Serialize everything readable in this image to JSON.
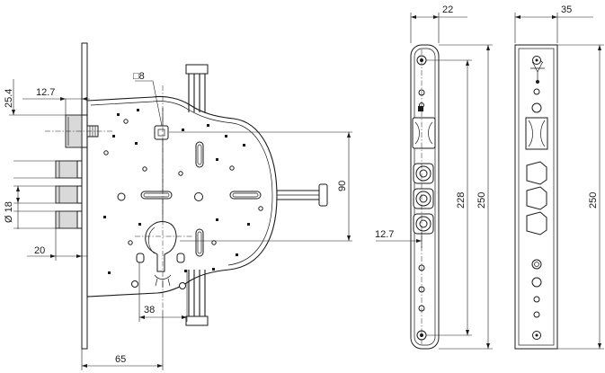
{
  "dimensions": {
    "backset": "65",
    "cylinder_distance": "38",
    "bolt_throw": "20",
    "bolt_diameter": "Ø 18",
    "latch_offset": "12.7",
    "latch_height": "25.4",
    "spindle": "□8",
    "handle_to_cylinder": "90",
    "faceplate_width": "22",
    "bolt_offset": "12.7",
    "fixing_distance": "228",
    "faceplate_length": "250",
    "strike_width": "35",
    "strike_length": "250"
  }
}
